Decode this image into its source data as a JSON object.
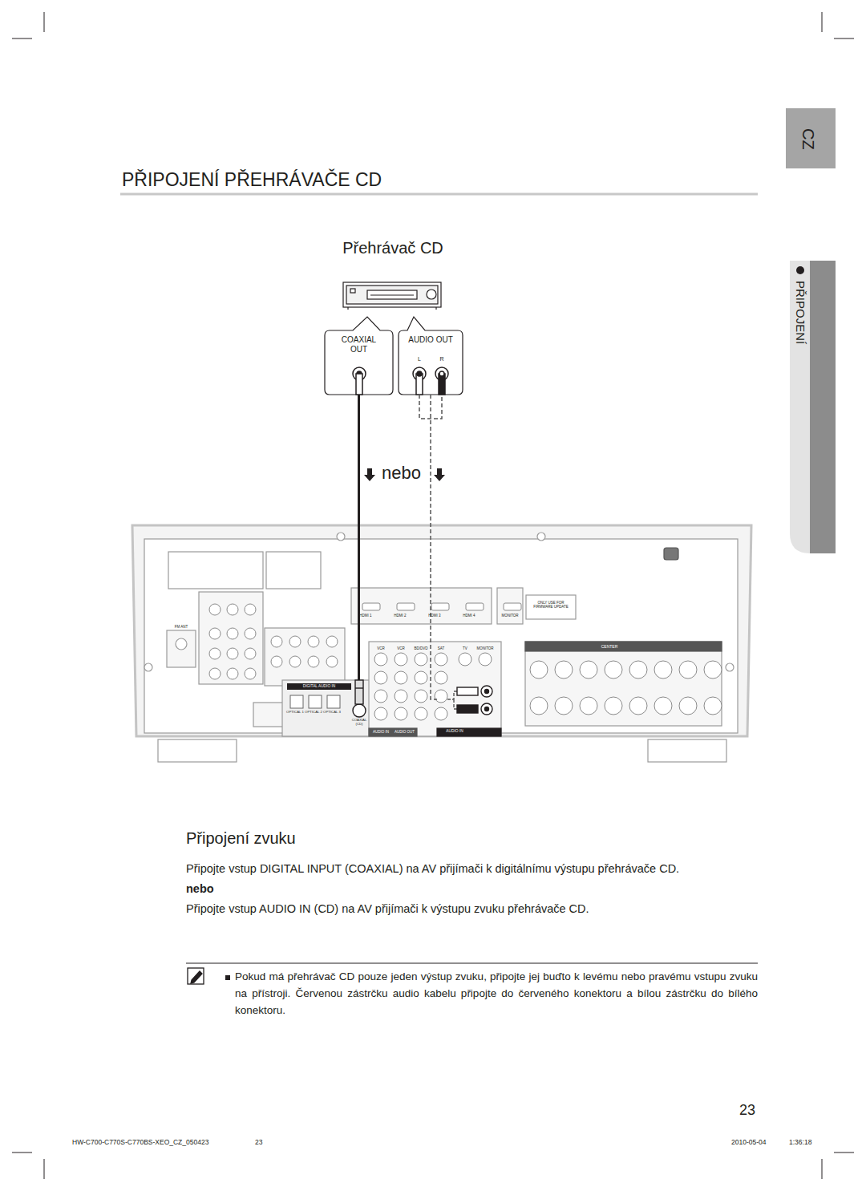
{
  "diagram": {
    "title": "PŘIPOJENÍ PŘEHRÁVAČE CD",
    "nodes": [
      {
        "text": [
          "Přehrávač CD"
        ]
      },
      {
        "text": [
          "COAXIAL OUT"
        ]
      },
      {
        "text": [
          "AUDIO OUT",
          "L",
          "R"
        ]
      },
      {
        "text": [
          "DIGITAL AUDIO IN",
          "OPTICAL 1",
          "OPTICAL 2",
          "OPTICAL 3",
          "COAXIAL (CD)"
        ]
      },
      {
        "text": [
          "AUDIO IN"
        ]
      }
    ],
    "edges": [
      {
        "from": 1,
        "to": 3,
        "arrow": "none"
      },
      {
        "from": 2,
        "to": 4,
        "arrow": "none"
      }
    ],
    "labels": [
      "CZ",
      "PŘIPOJENÍ",
      "nebo",
      "Připojení zvuku",
      "Připojte vstup DIGITAL INPUT (COAXIAL) na AV přijímači k digitálnímu výstupu přehrávače CD.",
      "nebo",
      "Připojte vstup AUDIO IN (CD) na AV přijímači k výstupu zvuku přehrávače CD.",
      "Pokud má přehrávač CD pouze jeden výstup zvuku, připojte jej buďto k levému nebo pravému vstupu zvuku na přístroji. Červenou zástrčku audio kabelu připojte do červeného konektoru a bílou zástrčku do bílého konektoru.",
      "23",
      "HW-C700-C770S-C770BS-XEO_CZ_050423",
      "23",
      "2010-05-04",
      "1:36:18",
      "HDMI 1",
      "HDMI 2",
      "HDMI 3",
      "HDMI 4",
      "MONITOR",
      "VCR",
      "VCR",
      "BD/DVD",
      "SAT",
      "TV",
      "MONITOR",
      "CENTER",
      "AUDIO IN",
      "AUDIO OUT",
      "FM ANT",
      "ONLY USE FOR FIRMWARE UPDATE"
    ]
  }
}
